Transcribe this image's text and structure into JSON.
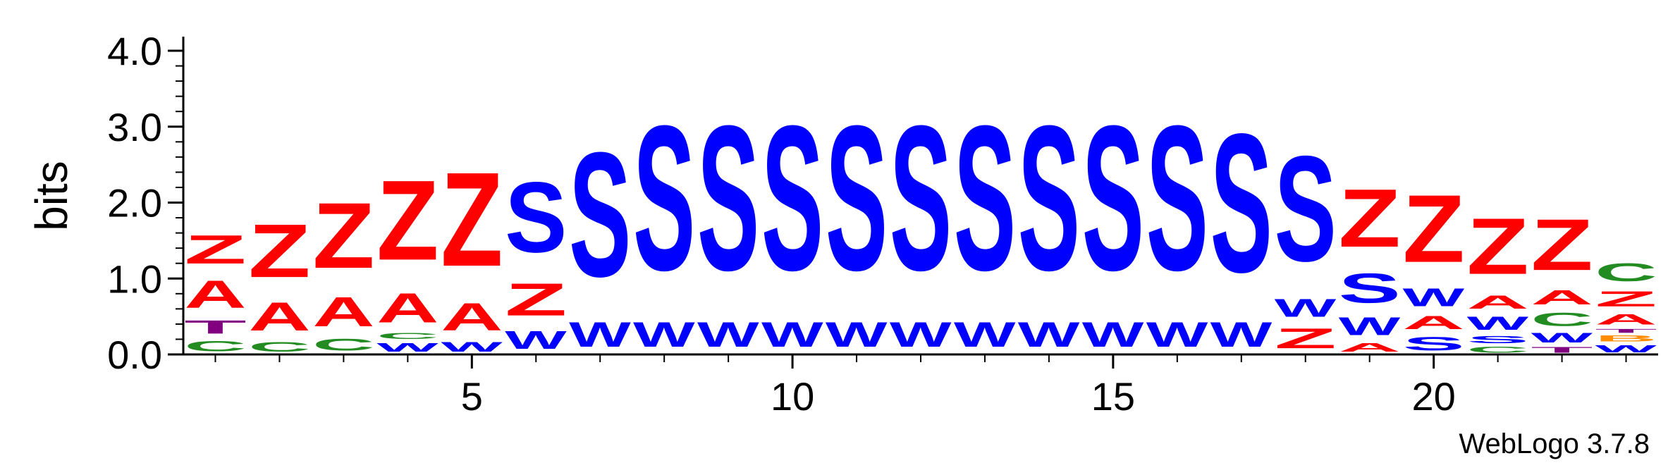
{
  "chart_data": {
    "type": "sequence-logo",
    "ylabel": "bits",
    "ylim": [
      0,
      4.0
    ],
    "yticks": [
      "0.0",
      "1.0",
      "2.0",
      "3.0",
      "4.0"
    ],
    "xticks": [
      {
        "position": 5,
        "label": "5"
      },
      {
        "position": 10,
        "label": "10"
      },
      {
        "position": 15,
        "label": "15"
      },
      {
        "position": 20,
        "label": "20"
      }
    ],
    "colors": {
      "Z": "#ff0000",
      "A": "#ff0000",
      "S": "#0000ff",
      "W": "#0000ff",
      "C": "#228b22",
      "T": "#800080",
      "B": "#ff8c00"
    },
    "positions": [
      {
        "pos": 1,
        "stack": [
          [
            "C",
            0.22
          ],
          [
            "T",
            0.28
          ],
          [
            "A",
            0.58
          ],
          [
            "Z",
            0.6
          ]
        ]
      },
      {
        "pos": 2,
        "stack": [
          [
            "C",
            0.2
          ],
          [
            "A",
            0.6
          ],
          [
            "Z",
            1.12
          ]
        ]
      },
      {
        "pos": 3,
        "stack": [
          [
            "C",
            0.25
          ],
          [
            "A",
            0.62
          ],
          [
            "Z",
            1.38
          ]
        ]
      },
      {
        "pos": 4,
        "stack": [
          [
            "W",
            0.18
          ],
          [
            "C",
            0.12
          ],
          [
            "A",
            0.62
          ],
          [
            "Z",
            1.68
          ]
        ]
      },
      {
        "pos": 5,
        "stack": [
          [
            "W",
            0.2
          ],
          [
            "A",
            0.58
          ],
          [
            "Z",
            1.98
          ]
        ]
      },
      {
        "pos": 6,
        "stack": [
          [
            "W",
            0.38
          ],
          [
            "Z",
            0.68
          ],
          [
            "S",
            1.48
          ]
        ]
      },
      {
        "pos": 7,
        "stack": [
          [
            "W",
            0.52
          ],
          [
            "S",
            2.62
          ]
        ]
      },
      {
        "pos": 8,
        "stack": [
          [
            "W",
            0.52
          ],
          [
            "S",
            3.05
          ]
        ]
      },
      {
        "pos": 9,
        "stack": [
          [
            "W",
            0.52
          ],
          [
            "S",
            3.05
          ]
        ]
      },
      {
        "pos": 10,
        "stack": [
          [
            "W",
            0.52
          ],
          [
            "S",
            3.05
          ]
        ]
      },
      {
        "pos": 11,
        "stack": [
          [
            "W",
            0.52
          ],
          [
            "S",
            3.05
          ]
        ]
      },
      {
        "pos": 12,
        "stack": [
          [
            "W",
            0.52
          ],
          [
            "S",
            3.05
          ]
        ]
      },
      {
        "pos": 13,
        "stack": [
          [
            "W",
            0.52
          ],
          [
            "S",
            3.05
          ]
        ]
      },
      {
        "pos": 14,
        "stack": [
          [
            "W",
            0.52
          ],
          [
            "S",
            3.05
          ]
        ]
      },
      {
        "pos": 15,
        "stack": [
          [
            "W",
            0.52
          ],
          [
            "S",
            3.05
          ]
        ]
      },
      {
        "pos": 16,
        "stack": [
          [
            "W",
            0.52
          ],
          [
            "S",
            3.05
          ]
        ]
      },
      {
        "pos": 17,
        "stack": [
          [
            "W",
            0.52
          ],
          [
            "S",
            2.92
          ]
        ]
      },
      {
        "pos": 18,
        "stack": [
          [
            "Z",
            0.42
          ],
          [
            "W",
            0.38
          ],
          [
            "S",
            2.22
          ]
        ]
      },
      {
        "pos": 19,
        "stack": [
          [
            "A",
            0.18
          ],
          [
            "W",
            0.38
          ],
          [
            "S",
            0.62
          ],
          [
            "Z",
            1.22
          ]
        ]
      },
      {
        "pos": 20,
        "stack": [
          [
            "S",
            0.28
          ],
          [
            "A",
            0.28
          ],
          [
            "W",
            0.38
          ],
          [
            "Z",
            1.42
          ]
        ]
      },
      {
        "pos": 21,
        "stack": [
          [
            "C",
            0.12
          ],
          [
            "S",
            0.15
          ],
          [
            "W",
            0.28
          ],
          [
            "A",
            0.28
          ],
          [
            "Z",
            1.18
          ]
        ]
      },
      {
        "pos": 22,
        "stack": [
          [
            "T",
            0.12
          ],
          [
            "W",
            0.2
          ],
          [
            "C",
            0.28
          ],
          [
            "A",
            0.3
          ],
          [
            "Z",
            1.08
          ]
        ]
      },
      {
        "pos": 23,
        "stack": [
          [
            "W",
            0.15
          ],
          [
            "B",
            0.12
          ],
          [
            "T",
            0.08
          ],
          [
            "A",
            0.22
          ],
          [
            "Z",
            0.32
          ],
          [
            "C",
            0.38
          ]
        ]
      }
    ]
  },
  "watermark": "WebLogo 3.7.8"
}
